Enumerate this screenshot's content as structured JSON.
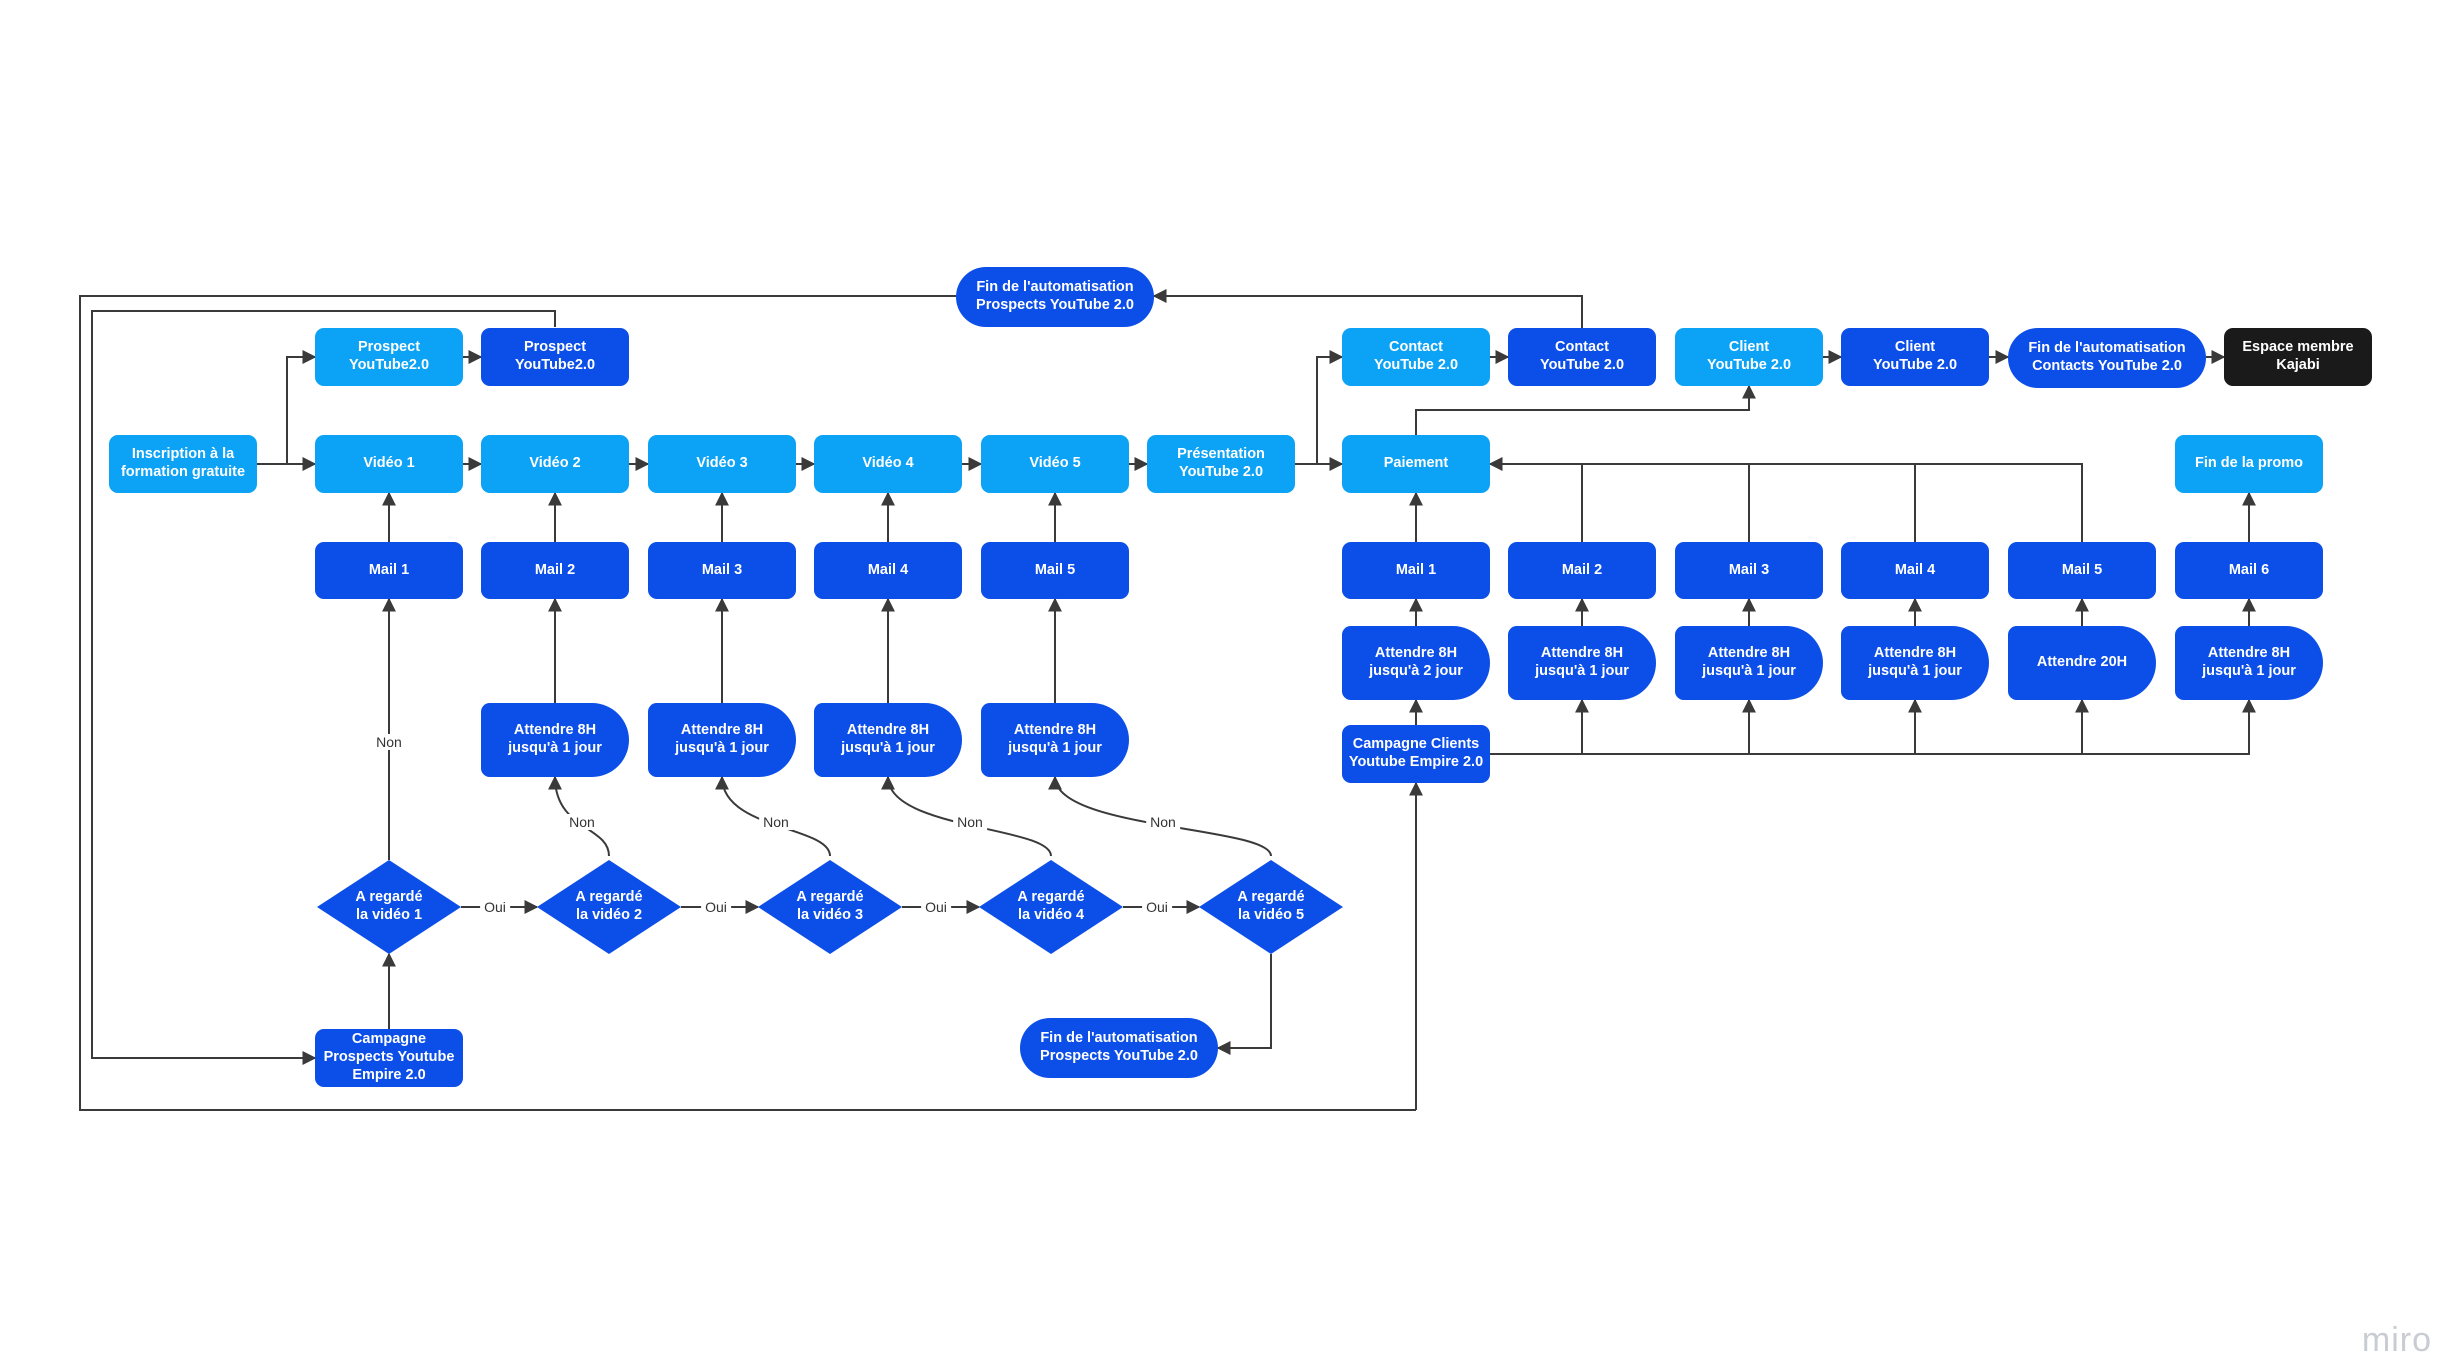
{
  "colors": {
    "light": "#0ca2f5",
    "dark": "#0c4ee8",
    "black": "#1a1a1a",
    "line": "#3a3a3a"
  },
  "nodes": {
    "inscription": "Inscription à la\nformation gratuite",
    "prospect1": "Prospect\nYouTube2.0",
    "prospect2": "Prospect\nYouTube2.0",
    "fin_top": "Fin de l'automatisation\nProspects YouTube 2.0",
    "video1": "Vidéo 1",
    "video2": "Vidéo 2",
    "video3": "Vidéo 3",
    "video4": "Vidéo 4",
    "video5": "Vidéo 5",
    "presentation": "Présentation\nYouTube 2.0",
    "mail1": "Mail 1",
    "mail2": "Mail 2",
    "mail3": "Mail 3",
    "mail4": "Mail 4",
    "mail5": "Mail 5",
    "wait2": "Attendre 8H\njusqu'à 1 jour",
    "wait3": "Attendre 8H\njusqu'à 1 jour",
    "wait4": "Attendre 8H\njusqu'à 1 jour",
    "wait5": "Attendre 8H\njusqu'à 1 jour",
    "d1": "A regardé\nla vidéo 1",
    "d2": "A regardé\nla vidéo 2",
    "d3": "A regardé\nla vidéo 3",
    "d4": "A regardé\nla vidéo 4",
    "d5": "A regardé\nla vidéo 5",
    "campagne_prospects": "Campagne\nProspects Youtube\nEmpire 2.0",
    "fin_bottom": "Fin de l'automatisation\nProspects YouTube 2.0",
    "contact1": "Contact\nYouTube 2.0",
    "contact2": "Contact\nYouTube 2.0",
    "client1": "Client\nYouTube 2.0",
    "client2": "Client\nYouTube 2.0",
    "fin_contacts": "Fin de l'automatisation\nContacts YouTube 2.0",
    "espace": "Espace membre\nKajabi",
    "paiement": "Paiement",
    "fin_promo": "Fin de la promo",
    "cmail1": "Mail 1",
    "cmail2": "Mail 2",
    "cmail3": "Mail 3",
    "cmail4": "Mail 4",
    "cmail5": "Mail 5",
    "cmail6": "Mail 6",
    "cwait1": "Attendre 8H\njusqu'à 2 jour",
    "cwait2": "Attendre 8H\njusqu'à 1 jour",
    "cwait3": "Attendre 8H\njusqu'à 1 jour",
    "cwait4": "Attendre 8H\njusqu'à 1 jour",
    "cwait5": "Attendre 20H",
    "cwait6": "Attendre 8H\njusqu'à 1 jour",
    "campagne_clients": "Campagne Clients\nYoutube Empire 2.0"
  },
  "labels": {
    "non": "Non",
    "oui": "Oui"
  },
  "brand": "miro"
}
